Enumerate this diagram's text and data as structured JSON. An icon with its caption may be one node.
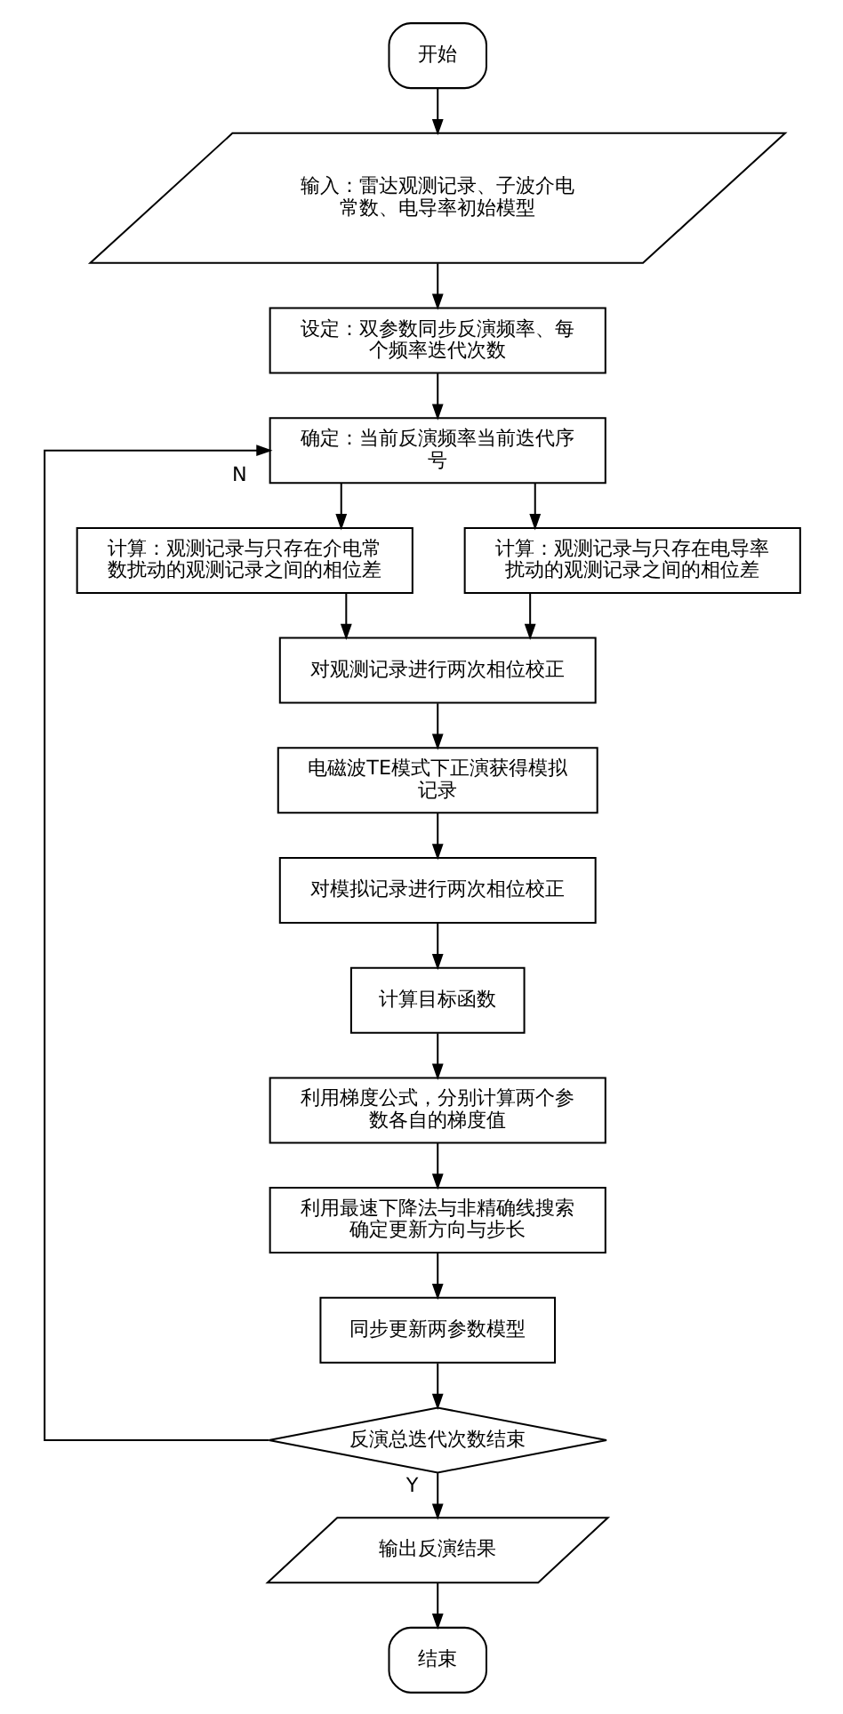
{
  "diagram": {
    "nodes": [
      {
        "text": [
          "开始"
        ]
      },
      {
        "text": [
          "输入：雷达观测记录、子波介电常数、电导率初始模型"
        ]
      },
      {
        "text": [
          "设定：双参数同步反演频率、每个频率迭代次数"
        ]
      },
      {
        "text": [
          "确定：当前反演频率当前迭代序号"
        ]
      },
      {
        "text": [
          "计算：观测记录与只存在介电常数扰动的观测记录之间的相位差"
        ]
      },
      {
        "text": [
          "计算：观测记录与只存在电导率扰动的观测记录之间的相位差"
        ]
      },
      {
        "text": [
          "对观测记录进行两次相位校正"
        ]
      },
      {
        "text": [
          "电磁波TE模式下正演获得模拟记录"
        ]
      },
      {
        "text": [
          "对模拟记录进行两次相位校正"
        ]
      },
      {
        "text": [
          "计算目标函数"
        ]
      },
      {
        "text": [
          "利用梯度公式，分别计算两个参数各自的梯度值"
        ]
      },
      {
        "text": [
          "利用最速下降法与非精确线搜索确定更新方向与步长"
        ]
      },
      {
        "text": [
          "同步更新两参数模型"
        ]
      },
      {
        "text": [
          "反演总迭代次数结束"
        ]
      },
      {
        "text": [
          "输出反演结果"
        ]
      },
      {
        "text": [
          "结束"
        ]
      }
    ],
    "edges": [
      {
        "from": 0,
        "to": 1,
        "arrow": "to"
      },
      {
        "from": 1,
        "to": 2,
        "arrow": "to"
      },
      {
        "from": 2,
        "to": 3,
        "arrow": "to"
      },
      {
        "from": 3,
        "to": 4,
        "arrow": "to"
      },
      {
        "from": 3,
        "to": 5,
        "arrow": "to"
      },
      {
        "from": 4,
        "to": 6,
        "arrow": "to"
      },
      {
        "from": 5,
        "to": 6,
        "arrow": "to"
      },
      {
        "from": 6,
        "to": 7,
        "arrow": "to"
      },
      {
        "from": 7,
        "to": 8,
        "arrow": "to"
      },
      {
        "from": 8,
        "to": 9,
        "arrow": "to"
      },
      {
        "from": 9,
        "to": 10,
        "arrow": "to"
      },
      {
        "from": 10,
        "to": 11,
        "arrow": "to"
      },
      {
        "from": 11,
        "to": 12,
        "arrow": "to"
      },
      {
        "from": 12,
        "to": 13,
        "arrow": "to"
      },
      {
        "from": 13,
        "to": 3,
        "arrow": "to",
        "label": "N"
      },
      {
        "from": 13,
        "to": 14,
        "arrow": "to",
        "label": "Y"
      },
      {
        "from": 14,
        "to": 15,
        "arrow": "to"
      }
    ]
  }
}
